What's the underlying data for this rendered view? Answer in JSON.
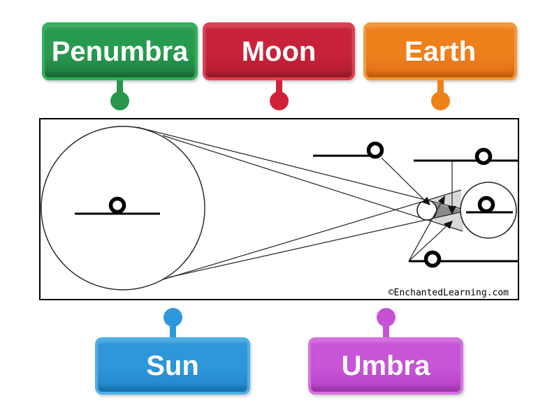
{
  "labels": {
    "tiles": [
      {
        "id": "penumbra",
        "text": "Penumbra",
        "edge": "#2fb257",
        "fill_top": "#279a4f",
        "fill_bottom": "#1d7c40",
        "pin": "#28964d"
      },
      {
        "id": "moon",
        "text": "Moon",
        "edge": "#de4051",
        "fill_top": "#c8223a",
        "fill_bottom": "#b21d31",
        "pin": "#d12138"
      },
      {
        "id": "earth",
        "text": "Earth",
        "edge": "#f49a36",
        "fill_top": "#ef811d",
        "fill_bottom": "#e46f15",
        "pin": "#ef8119"
      },
      {
        "id": "sun",
        "text": "Sun",
        "edge": "#4dafe8",
        "fill_top": "#2e97d9",
        "fill_bottom": "#1f85c9",
        "pin": "#2d98dc"
      },
      {
        "id": "umbra",
        "text": "Umbra",
        "edge": "#d671e0",
        "fill_top": "#c854d8",
        "fill_bottom": "#b53fc6",
        "pin": "#c552d5"
      }
    ]
  },
  "diagram": {
    "copyright": "©EnchantedLearning.com",
    "colors": {
      "umbra_shade": "#8a8a8a",
      "penumbra_shade": "#d9d9d9",
      "line": "#222222",
      "border": "#000000"
    },
    "slot_count": "5"
  }
}
